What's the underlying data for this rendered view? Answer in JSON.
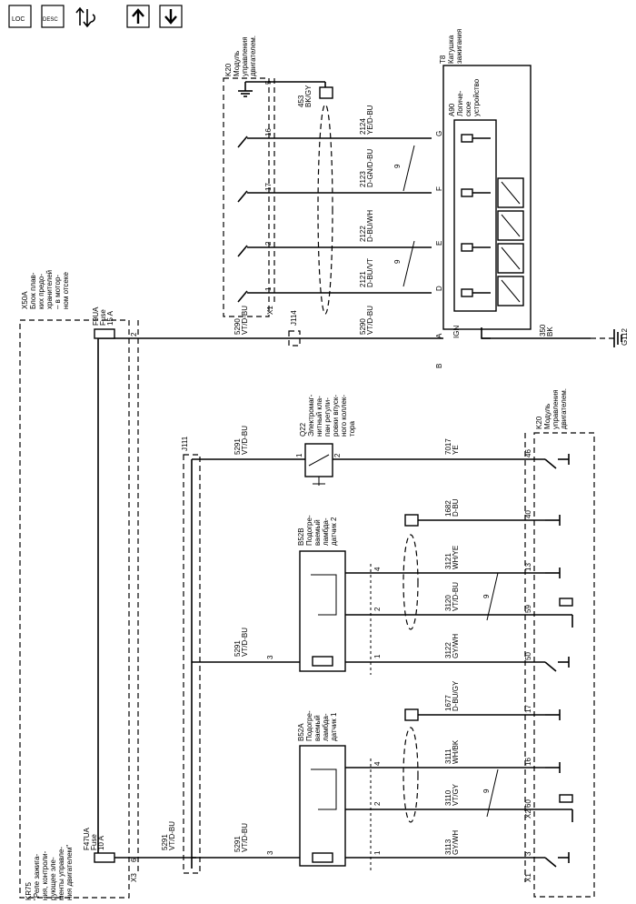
{
  "toolbar": {
    "loc_label": "LOC",
    "desc_label": "DESC"
  },
  "modules": {
    "k20_top": [
      "K20",
      "Модуль",
      "управления",
      "двигателем."
    ],
    "k20_bottom": [
      "K20",
      "Модуль",
      "управления",
      "двигателем."
    ],
    "t8": [
      "T8",
      "Катушка",
      "зажигания"
    ],
    "a90": [
      "A90",
      "Логиче-",
      "ское",
      "устройство"
    ],
    "x50a": [
      "X50A",
      "Блок плав-",
      "ких предо-",
      "хранителей",
      "– в мотор-",
      "ном отсеке"
    ],
    "kr75": [
      "KR75",
      "\"Реле зажига-",
      "ния, контроли-",
      "рующее эле-",
      "менты управле-",
      "ния двигателем\""
    ],
    "q22": [
      "Q22",
      "Электромаг-",
      "нитный кла-",
      "пан регули-",
      "ровки впуск-",
      "ного коллек-",
      "тора"
    ],
    "b52b": [
      "B52B",
      "Подогре-",
      "ваемый",
      "ламбда-",
      "датчик 2"
    ],
    "b52a": [
      "B52A",
      "Подогре-",
      "ваемый",
      "ламбда-",
      "датчик 1"
    ]
  },
  "fuses": {
    "f9ua": [
      "F9UA",
      "Fuse",
      "15 A"
    ],
    "f47ua": [
      "F47UA",
      "Fuse",
      "10 A"
    ]
  },
  "splices": {
    "j114": "J114",
    "j111": "J111"
  },
  "ground": "G112",
  "connectors": {
    "x1_top": "X1",
    "x1_bot": "X1",
    "x2_bot": "X2",
    "x3": "X3"
  },
  "pins_top": [
    "5",
    "16",
    "17",
    "2",
    "1"
  ],
  "pins_t8": [
    "G",
    "F",
    "E",
    "D",
    "A",
    "B",
    "IGN"
  ],
  "pins_bottom": [
    "46",
    "40",
    "13",
    "59",
    "50",
    "17",
    "16",
    "60",
    "3"
  ],
  "pins_misc": {
    "f9ua_out": "2",
    "f47ua_out": "6",
    "q22_1": "1",
    "q22_2": "2",
    "b52b_4": "4",
    "b52b_2": "2",
    "b52b_1": "1",
    "b52b_3": "3",
    "b52a_4": "4",
    "b52a_2": "2",
    "b52a_1": "1",
    "b52a_3": "3"
  },
  "wires_top": [
    {
      "num": "453",
      "color": "BK/GY"
    },
    {
      "num": "2124",
      "color": "YE/D-BU"
    },
    {
      "num": "2123",
      "color": "D-GN/D-BU"
    },
    {
      "num": "2122",
      "color": "D-BU/WH"
    },
    {
      "num": "2121",
      "color": "D-BU/VT"
    },
    {
      "num": "5290",
      "color": "VT/D-BU"
    },
    {
      "num": "350",
      "color": "BK"
    }
  ],
  "wires_bottom": [
    {
      "num": "7017",
      "color": "YE"
    },
    {
      "num": "1682",
      "color": "D-BU"
    },
    {
      "num": "3121",
      "color": "WH/YE"
    },
    {
      "num": "3120",
      "color": "VT/D-BU"
    },
    {
      "num": "3122",
      "color": "GY/WH"
    },
    {
      "num": "1677",
      "color": "D-BU/GY"
    },
    {
      "num": "3111",
      "color": "WH/BK"
    },
    {
      "num": "3110",
      "color": "VT/GY"
    },
    {
      "num": "3113",
      "color": "GY/WH"
    }
  ],
  "wires_left": [
    {
      "num": "5290",
      "color": "VT/D-BU"
    },
    {
      "num": "5291",
      "color": "VT/D-BU"
    },
    {
      "num": "5291",
      "color": "VT/D-BU"
    },
    {
      "num": "5291",
      "color": "VT/D-BU"
    },
    {
      "num": "5291",
      "color": "VT/D-BU"
    }
  ],
  "twist_nines": [
    "9",
    "9",
    "9",
    "9"
  ]
}
